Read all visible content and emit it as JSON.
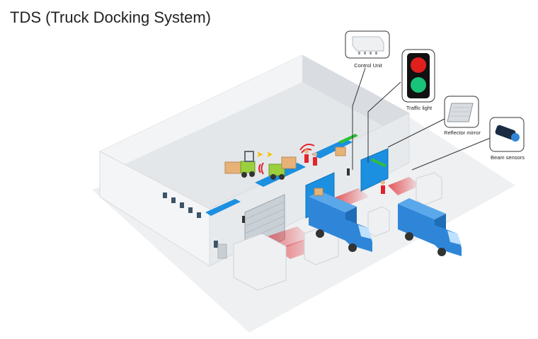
{
  "title": "TDS (Truck Docking System)",
  "components": [
    {
      "label": "Control Unit",
      "icon": "control-unit-icon"
    },
    {
      "label": "Traffic light",
      "icon": "traffic-light-icon"
    },
    {
      "label": "Reflector mirror",
      "icon": "reflector-mirror-icon"
    },
    {
      "label": "Beam sensors",
      "icon": "beam-sensor-icon"
    }
  ],
  "colors": {
    "building": "#eef0f2",
    "truck_blue": "#2f86d8",
    "dock_red": "#e2232a",
    "lane_blue": "#1b8fe0",
    "light_red": "#e0201f",
    "light_green": "#19c37a",
    "signal_green": "#2fbf3a"
  }
}
